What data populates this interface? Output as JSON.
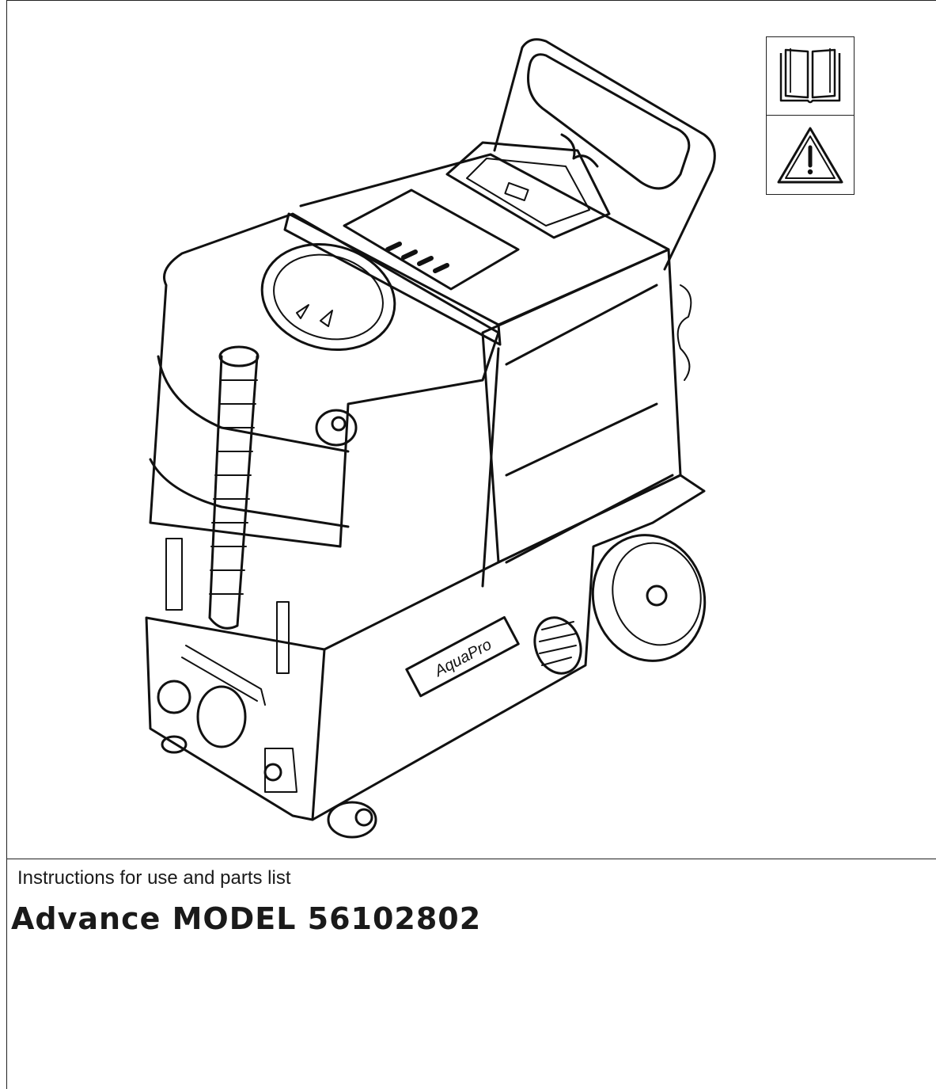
{
  "document": {
    "subtitle": "Instructions for use and parts list",
    "model_title": "Advance MODEL 56102802"
  },
  "illustration": {
    "badge_text": "AquaPro"
  },
  "symbols": {
    "top_icon": "manual-book-icon",
    "bottom_icon": "warning-triangle-icon"
  }
}
